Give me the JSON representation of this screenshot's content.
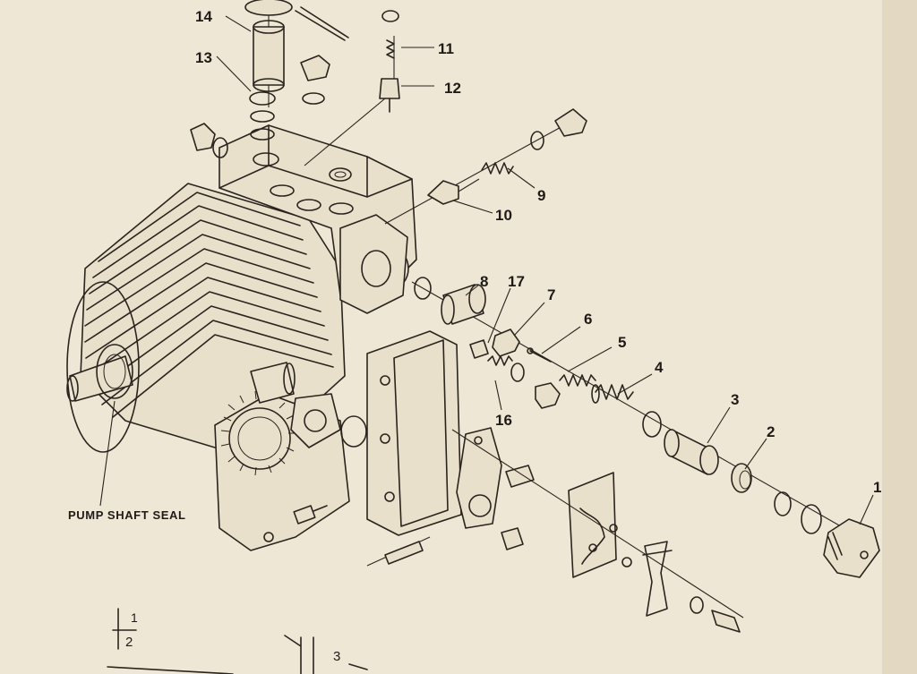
{
  "diagram": {
    "caption": "PUMP SHAFT SEAL",
    "callouts": [
      "1",
      "2",
      "3",
      "4",
      "5",
      "6",
      "7",
      "8",
      "9",
      "10",
      "11",
      "12",
      "13",
      "14",
      "16",
      "17"
    ],
    "margin_notes": {
      "note_a": "1",
      "note_b": "2",
      "note_c": "3"
    }
  },
  "colors": {
    "paper": "#efe7d6",
    "ink": "#2a241e"
  }
}
